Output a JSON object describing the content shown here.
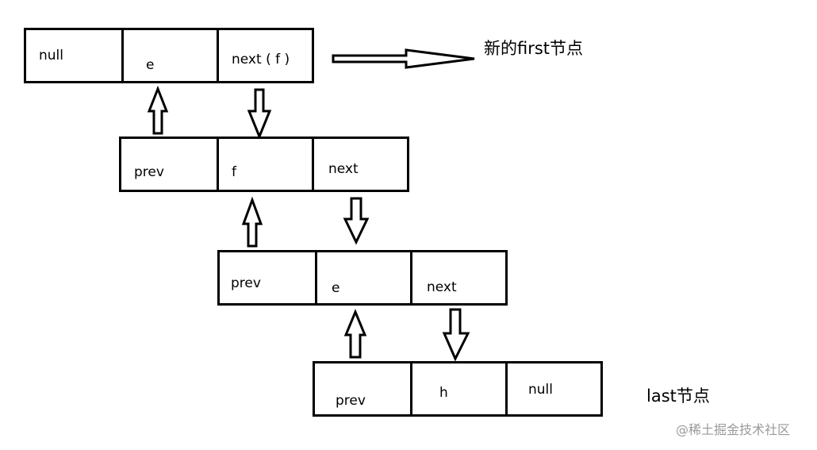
{
  "nodes": [
    {
      "cells": [
        "null",
        "e",
        "next ( f )"
      ]
    },
    {
      "cells": [
        "prev",
        "f",
        "next"
      ]
    },
    {
      "cells": [
        "prev",
        "e",
        "next"
      ]
    },
    {
      "cells": [
        "prev",
        "h",
        "null"
      ]
    }
  ],
  "labels": {
    "new_first": "新的first节点",
    "last": "last节点"
  },
  "watermark": "@稀土掘金技术社区"
}
